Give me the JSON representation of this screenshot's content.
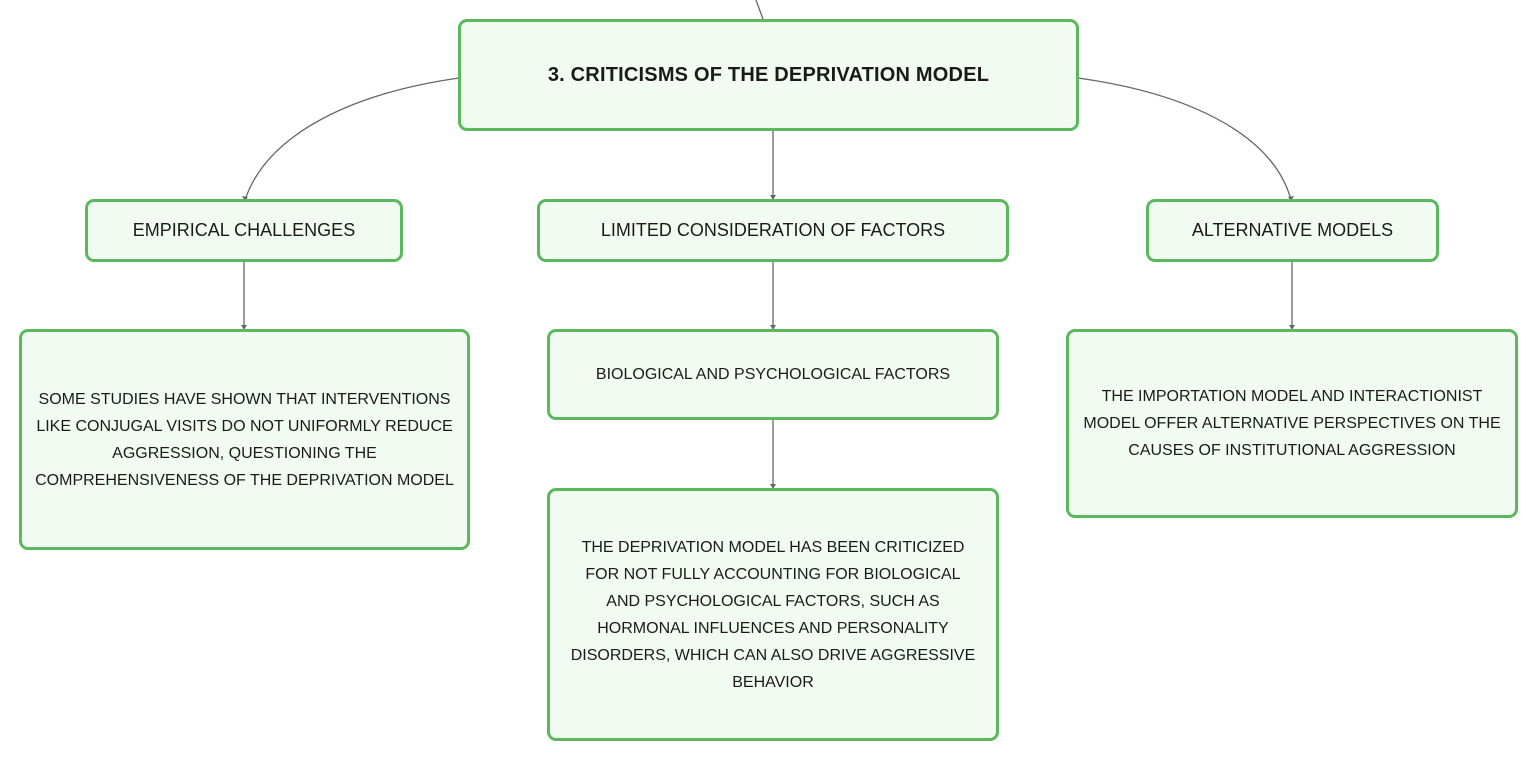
{
  "colors": {
    "node_border": "#5cb85c",
    "node_fill": "#f2fbf2",
    "connector": "#666666",
    "text": "#1a1a1a"
  },
  "root": {
    "label": "3. CRITICISMS OF THE DEPRIVATION MODEL"
  },
  "branches": [
    {
      "label": "EMPIRICAL CHALLENGES",
      "children": [
        {
          "label": "SOME STUDIES HAVE SHOWN THAT INTERVENTIONS LIKE CONJUGAL VISITS DO NOT UNIFORMLY REDUCE AGGRESSION, QUESTIONING THE COMPREHENSIVENESS OF THE DEPRIVATION MODEL"
        }
      ]
    },
    {
      "label": "LIMITED CONSIDERATION OF FACTORS",
      "children": [
        {
          "label": "BIOLOGICAL AND PSYCHOLOGICAL FACTORS",
          "children": [
            {
              "label": "THE DEPRIVATION MODEL HAS BEEN CRITICIZED FOR NOT FULLY ACCOUNTING FOR BIOLOGICAL AND PSYCHOLOGICAL FACTORS, SUCH AS HORMONAL INFLUENCES AND PERSONALITY DISORDERS, WHICH CAN ALSO DRIVE AGGRESSIVE BEHAVIOR"
            }
          ]
        }
      ]
    },
    {
      "label": "ALTERNATIVE MODELS",
      "children": [
        {
          "label": "THE IMPORTATION MODEL AND INTERACTIONIST MODEL OFFER ALTERNATIVE PERSPECTIVES ON THE CAUSES OF INSTITUTIONAL AGGRESSION"
        }
      ]
    }
  ]
}
